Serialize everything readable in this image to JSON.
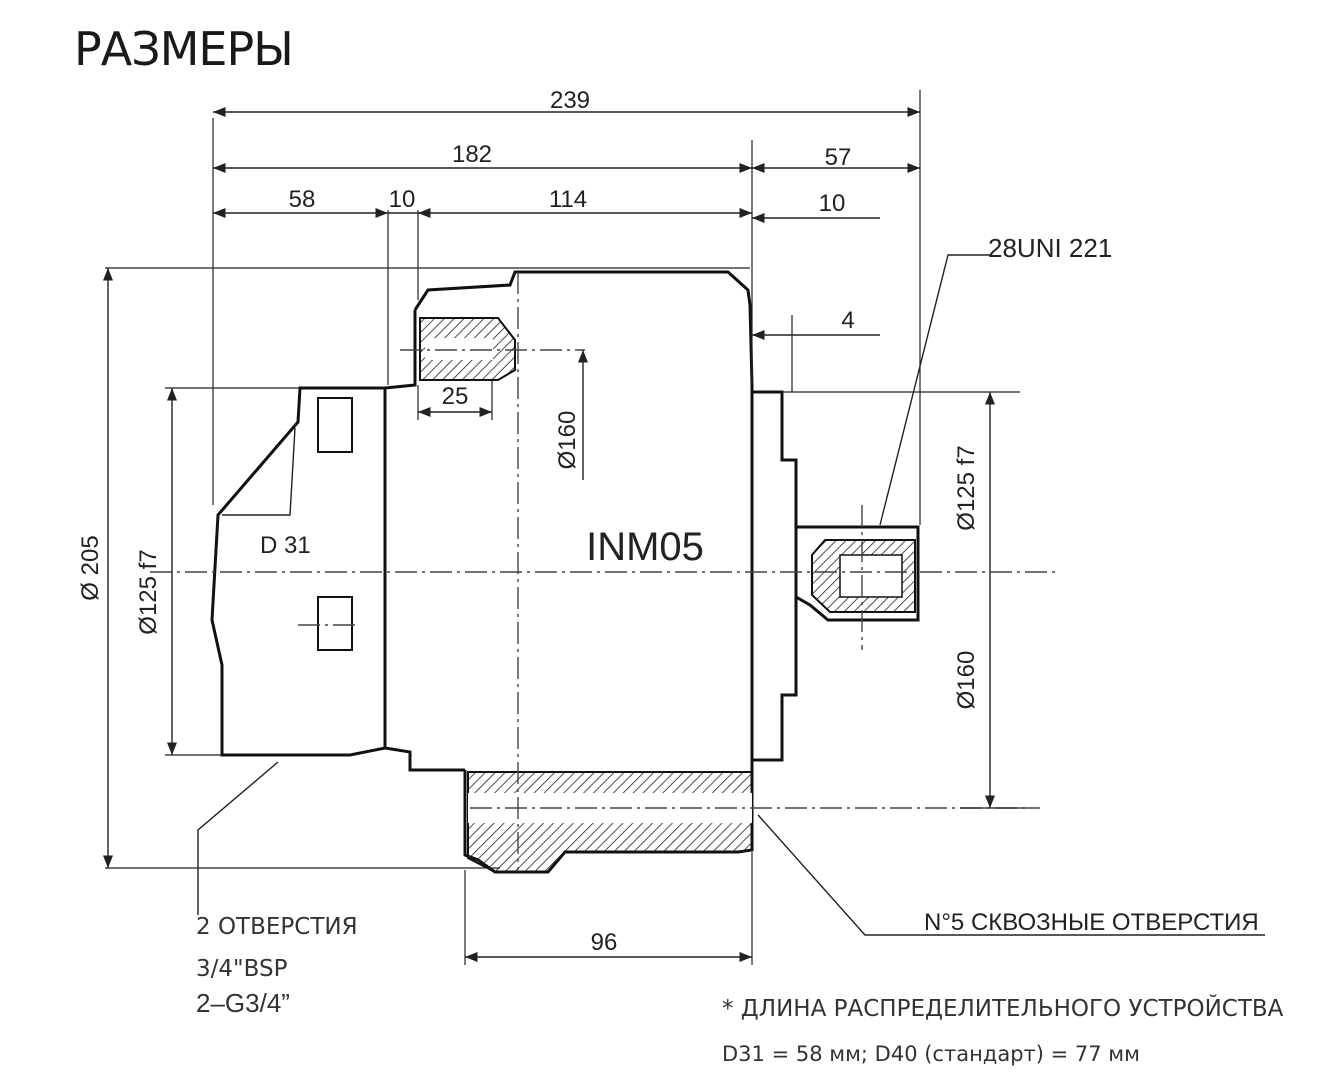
{
  "title": "РАЗМЕРЫ",
  "model": "INM05",
  "dimensions": {
    "d239": "239",
    "d182": "182",
    "d57": "57",
    "d58": "58",
    "d10a": "10",
    "d114": "114",
    "d10b": "10",
    "d4": "4",
    "d25": "25",
    "d96": "96",
    "dia205": "Ø 205",
    "dia125_left": "Ø125 f7",
    "dia160_inner": "Ø160",
    "dia125_right": "Ø125 f7",
    "dia160_right": "Ø160"
  },
  "labels": {
    "d31": "D 31",
    "spline": "28UNI 221",
    "ports_line1": "2 ОТВЕРСТИЯ",
    "ports_line2": "3/4\"BSP",
    "ports_line3": "2–G3/4”",
    "through_holes": "N°5  СКВОЗНЫЕ ОТВЕРСТИЯ"
  },
  "notes": {
    "line1": "* ДЛИНА РАСПРЕДЕЛИТЕЛЬНОГО УСТРОЙСТВА",
    "line2": "D31 = 58 мм; D40 (стандарт) = 77 мм"
  }
}
